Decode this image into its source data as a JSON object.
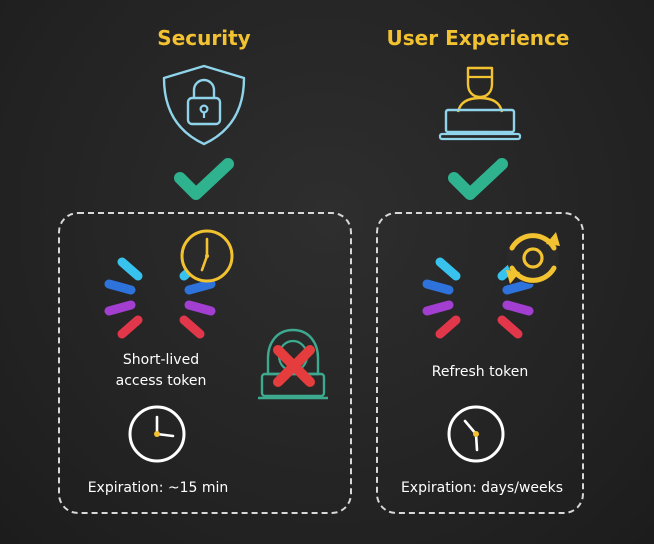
{
  "columns": {
    "security": {
      "title": "Security",
      "token_label_line1": "Short-lived",
      "token_label_line2": "access token",
      "expiration": "Expiration: ~15 min"
    },
    "user_experience": {
      "title": "User Experience",
      "token_label": "Refresh token",
      "expiration": "Expiration: days/weeks"
    }
  },
  "icons": {
    "top_left": "shield-lock-icon",
    "top_right": "user-laptop-icon",
    "check": "checkmark-icon",
    "token": "token-logo-icon",
    "left_badge": "stopwatch-icon",
    "right_badge": "refresh-cycle-icon",
    "attacker": "hacker-icon",
    "blocked": "red-x-icon",
    "clock": "clock-icon"
  },
  "colors": {
    "accent_yellow": "#f2c230",
    "check_green": "#2fb38f",
    "outline_blue": "#8fd4ea",
    "hacker_teal": "#3da98f",
    "x_red": "#e53d3d",
    "token_cyan": "#38c3ee",
    "token_blue": "#2e72dc",
    "token_purple": "#a33fd0",
    "token_red": "#e2374a",
    "dashed_border": "#d8d8d8"
  }
}
